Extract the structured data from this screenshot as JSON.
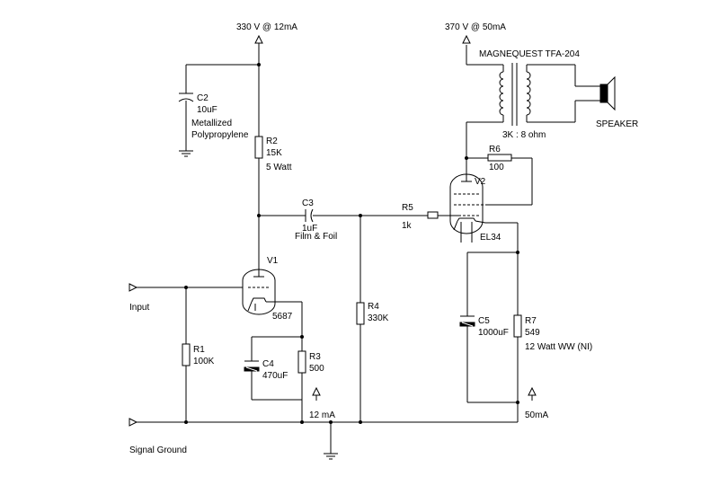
{
  "supplies": {
    "v1_supply": "330 V @ 12mA",
    "v2_supply": "370 V @ 50mA"
  },
  "transformer": {
    "model": "MAGNEQUEST TFA-204",
    "ratio": "3K : 8 ohm"
  },
  "speaker": {
    "label": "SPEAKER"
  },
  "components": {
    "c2": {
      "ref": "C2",
      "value": "10uF",
      "note1": "Metallized",
      "note2": "Polypropylene"
    },
    "r2": {
      "ref": "R2",
      "value": "15K",
      "note": "5 Watt"
    },
    "c3": {
      "ref": "C3",
      "value": "1uF",
      "note": "Film & Foil"
    },
    "r5": {
      "ref": "R5",
      "value": "1k"
    },
    "r6": {
      "ref": "R6",
      "value": "100"
    },
    "v1": {
      "ref": "V1",
      "type": "5687"
    },
    "v2": {
      "ref": "V2",
      "type": "EL34"
    },
    "r1": {
      "ref": "R1",
      "value": "100K"
    },
    "c4": {
      "ref": "C4",
      "value": "470uF"
    },
    "r3": {
      "ref": "R3",
      "value": "500"
    },
    "r4": {
      "ref": "R4",
      "value": "330K"
    },
    "c5": {
      "ref": "C5",
      "value": "1000uF"
    },
    "r7": {
      "ref": "R7",
      "value": "549",
      "note": "12 Watt WW (NI)"
    }
  },
  "currents": {
    "v1_cathode": "12 mA",
    "v2_cathode": "50mA"
  },
  "ports": {
    "input": "Input",
    "ground": "Signal Ground"
  }
}
